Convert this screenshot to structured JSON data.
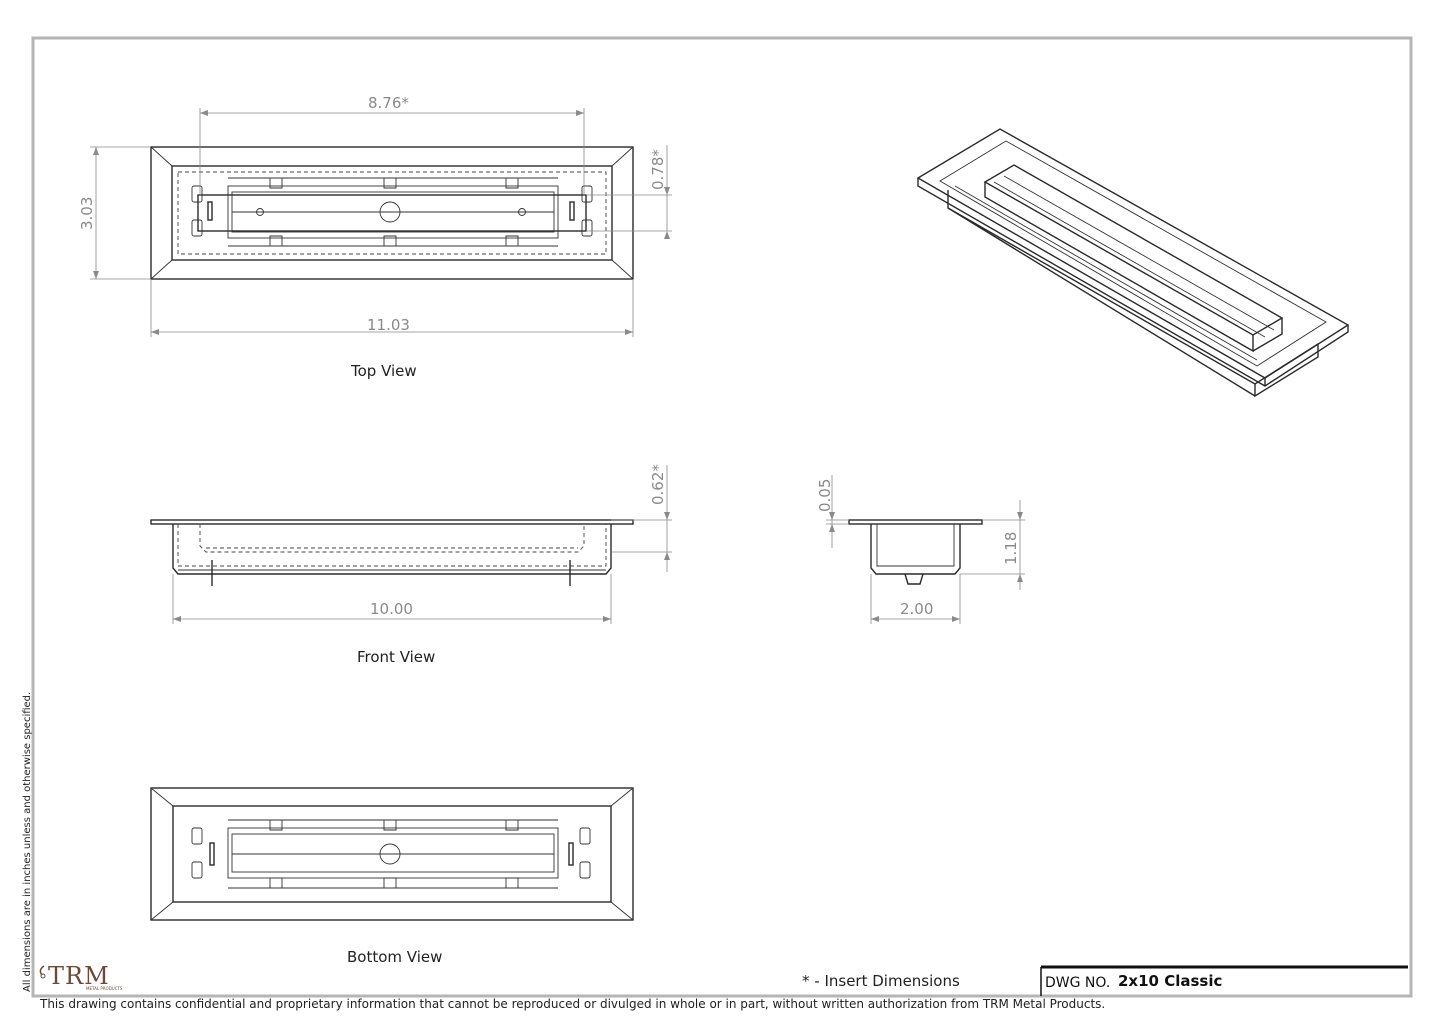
{
  "views": {
    "top": "Top View",
    "front": "Front View",
    "bottom": "Bottom View"
  },
  "dimensions": {
    "top_inner_width": "8.76*",
    "top_height": "3.03",
    "top_slot": "0.78*",
    "top_overall_width": "11.03",
    "front_depth": "0.62*",
    "front_width": "10.00",
    "side_flange": "0.05",
    "side_height": "1.18",
    "side_width": "2.00"
  },
  "notes": {
    "insert_dimensions": "* - Insert Dimensions",
    "units": "All dimensions are in inches unless and otherwise specified.",
    "confidential": "This drawing contains confidential and proprietary information that cannot be reproduced or divulged in whole or in part, without written authorization from TRM Metal Products."
  },
  "title_block": {
    "dwg_label": "DWG NO.",
    "dwg_value": "2x10 Classic"
  },
  "logo": {
    "text": "TRM",
    "subtext": "METAL PRODUCTS"
  }
}
